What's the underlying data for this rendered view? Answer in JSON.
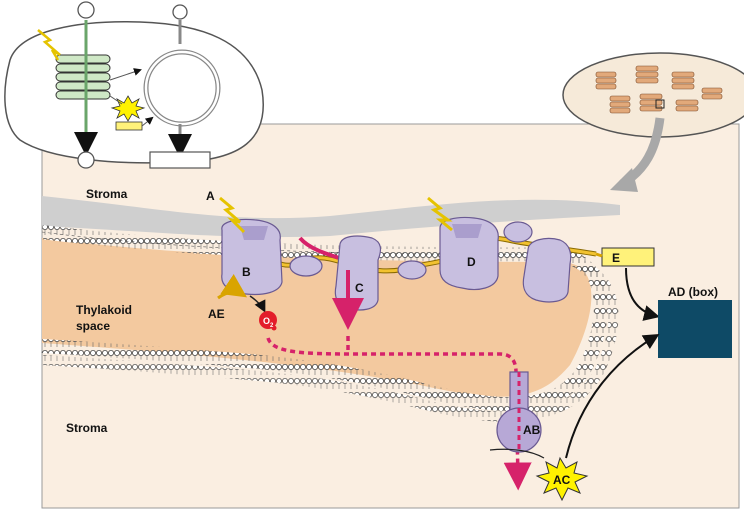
{
  "labels": {
    "stroma_top": "Stroma",
    "stroma_bottom": "Stroma",
    "thylakoid_line1": "Thylakoid",
    "thylakoid_line2": "space",
    "A": "A",
    "B": "B",
    "C": "C",
    "D": "D",
    "E": "E",
    "AB": "AB",
    "AC": "AC",
    "AD": "AD (box)",
    "AE": "AE",
    "O2": "O",
    "O2_sub": "2"
  },
  "colors": {
    "background_panel": "#faeee1",
    "thylakoid_lumen": "#f3c99f",
    "membrane_top": "#cfcfcf",
    "protein": "#c8bfe0",
    "protein_stroke": "#6a5a92",
    "electron_path": "#f2c230",
    "proton_arrow": "#d6226a",
    "box_E": "#fff27a",
    "box_AD": "#0e4a66",
    "starburst": "#fff200"
  }
}
